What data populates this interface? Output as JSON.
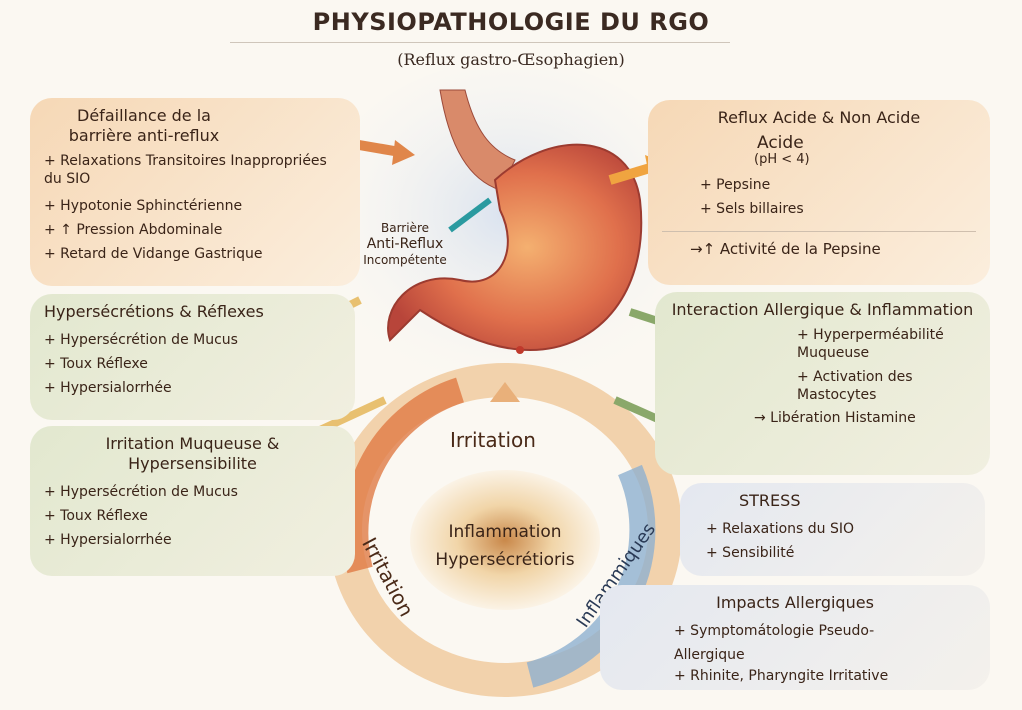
{
  "title": "PHYSIOPATHOLOGIE DU RGO",
  "subtitle": "(Reflux gastro-Œsophagien)",
  "center_label": [
    "Barrière",
    "Anti-Reflux",
    "Incompétente"
  ],
  "boxes": {
    "defaillance": {
      "title": "Défaillance de la barrière anti-reflux",
      "items": [
        "+ Relaxations Transitoires Inappropriées du SIO",
        "+ Hypotonie Sphinctérienne",
        "+ ↑ Pression Abdominale",
        "+ Retard de Vidange Gastrique"
      ]
    },
    "hypersecretions": {
      "title": "Hypersécrétions & Réflexes",
      "items": [
        "+ Hypersécrétion de Mucus",
        "+ Toux Réflexe",
        "+ Hypersialorrhée"
      ]
    },
    "irritation": {
      "title": "Irritation Muqueuse & Hypersensibilite",
      "items": [
        "+ Hypersécrétion de Mucus",
        "+ Toux Réflexe",
        "+ Hypersialorrhée"
      ]
    },
    "reflux": {
      "title": "Reflux Acide & Non Acide",
      "acid": "Acide",
      "ph": "(pH < 4)",
      "items": [
        "+ Pepsine",
        "+ Sels billaires"
      ],
      "footer": "→↑ Activité de la Pepsine"
    },
    "allergique": {
      "title": "Interaction Allergique & Inflammation",
      "items": [
        "+ Hyperperméabilité Muqueuse",
        "+ Activation des Mastocytes"
      ],
      "footer": "→ Libération Histamine"
    },
    "stress": {
      "title": "STRESS",
      "items": [
        "+ Relaxations du SIO",
        "+ Sensibilité"
      ]
    },
    "impacts": {
      "title": "Impacts Allergiques",
      "items": [
        "+ Symptomátologie Pseudo-Allergique",
        "+ Rhinite, Pharyngite Irritative"
      ]
    }
  },
  "cycle": {
    "top": "Irritation",
    "left": "Irritation",
    "right": "Inflammiques",
    "center1": "Inflammation",
    "center2": "Hypersécrétioris"
  }
}
